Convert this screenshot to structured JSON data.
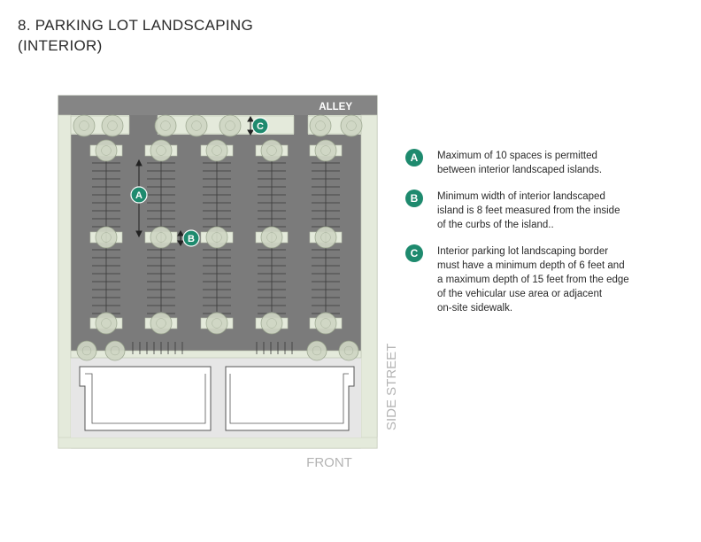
{
  "title": {
    "line1": "8. PARKING LOT LANDSCAPING",
    "line2": "(INTERIOR)"
  },
  "labels": {
    "alley": "ALLEY",
    "front": "FRONT",
    "side_street": "SIDE STREET"
  },
  "markers": {
    "a": "A",
    "b": "B",
    "c": "C"
  },
  "legend": [
    {
      "badge": "A",
      "text": "Maximum of 10 spaces is permitted\nbetween interior landscaped islands."
    },
    {
      "badge": "B",
      "text": "Minimum width of interior landscaped\nisland is 8 feet measured from the inside\nof the curbs of the island.."
    },
    {
      "badge": "C",
      "text": "Interior parking lot landscaping border\nmust have a minimum depth of 6 feet and\na maximum depth of 15 feet from the edge\nof the vehicular use area or adjacent\non-site sidewalk."
    }
  ],
  "colors": {
    "badge": "#1e8a6e",
    "asphalt": "#7b7b7b",
    "alley": "#858585",
    "landscape": "#e4eadb",
    "tree": "#cfd6c4",
    "sidewalk": "#e6e6e6",
    "label_gray": "#b4b4b4"
  }
}
